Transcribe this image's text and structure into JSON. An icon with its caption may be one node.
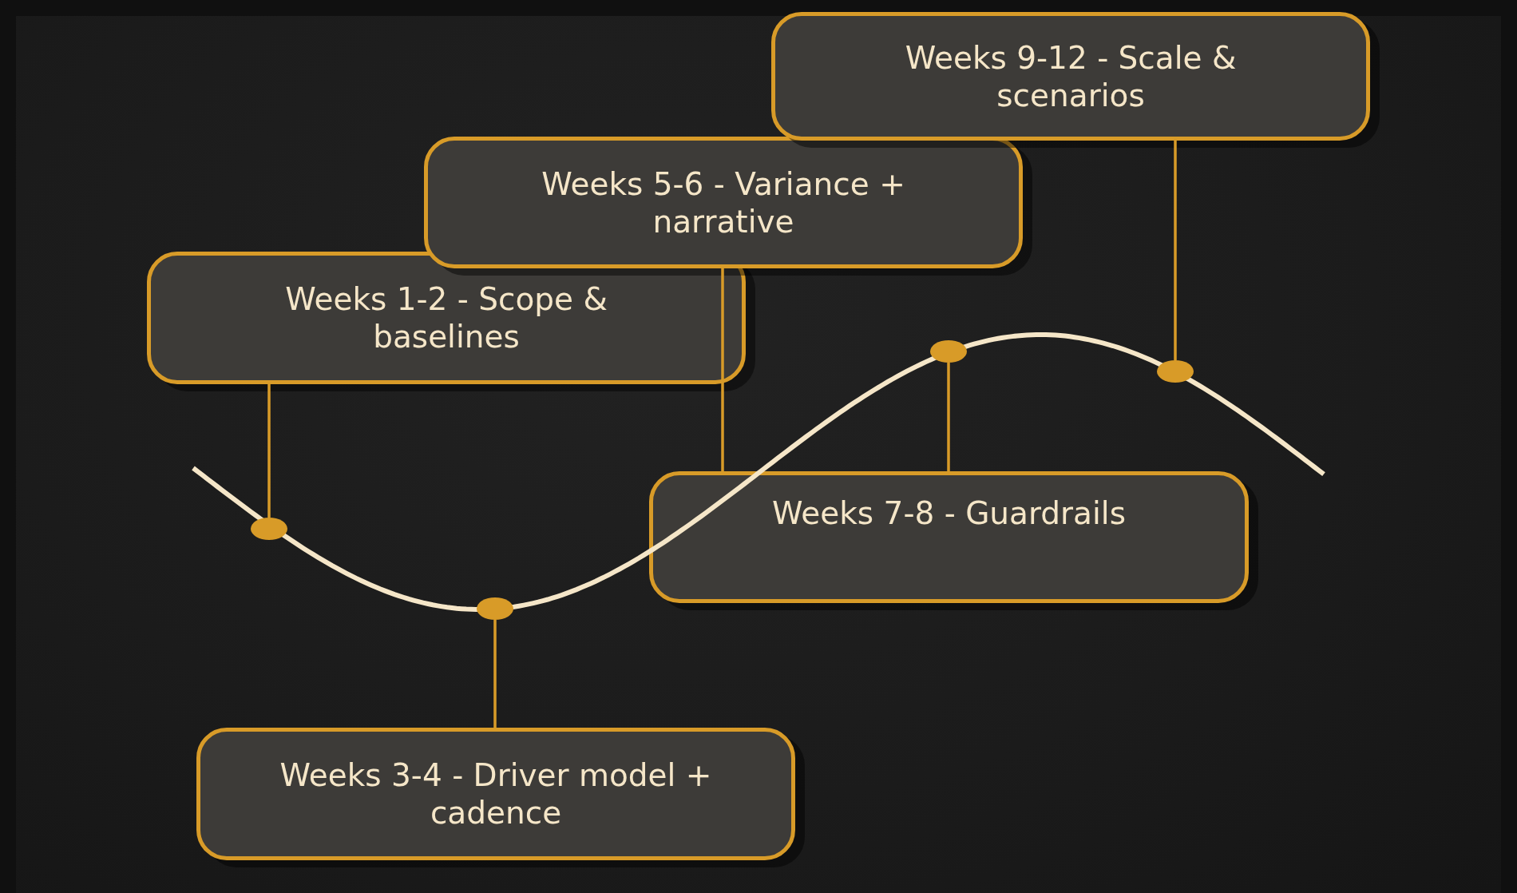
{
  "diagram": {
    "nodes": [
      {
        "text": [
          "Weeks 1-2 - Scope & baselines"
        ]
      },
      {
        "text": [
          "Weeks 3-4 - Driver model + cadence"
        ]
      },
      {
        "text": [
          "Weeks 5-6 - Variance + narrative"
        ]
      },
      {
        "text": [
          "Weeks 7-8 - Guardrails"
        ]
      },
      {
        "text": [
          "Weeks 9-12 - Scale & scenarios"
        ]
      },
      {
        "text": [],
        "shape": "circle"
      },
      {
        "text": [],
        "shape": "circle"
      },
      {
        "text": [],
        "shape": "circle"
      },
      {
        "text": [],
        "shape": "circle"
      }
    ],
    "edges": [
      {
        "from": 0,
        "to": 5,
        "arrow": "none"
      },
      {
        "from": 1,
        "to": 6,
        "arrow": "none"
      },
      {
        "from": 2,
        "to": 3,
        "arrow": "none"
      },
      {
        "from": 3,
        "to": 7,
        "arrow": "none"
      },
      {
        "from": 4,
        "to": 8,
        "arrow": "none"
      }
    ]
  }
}
